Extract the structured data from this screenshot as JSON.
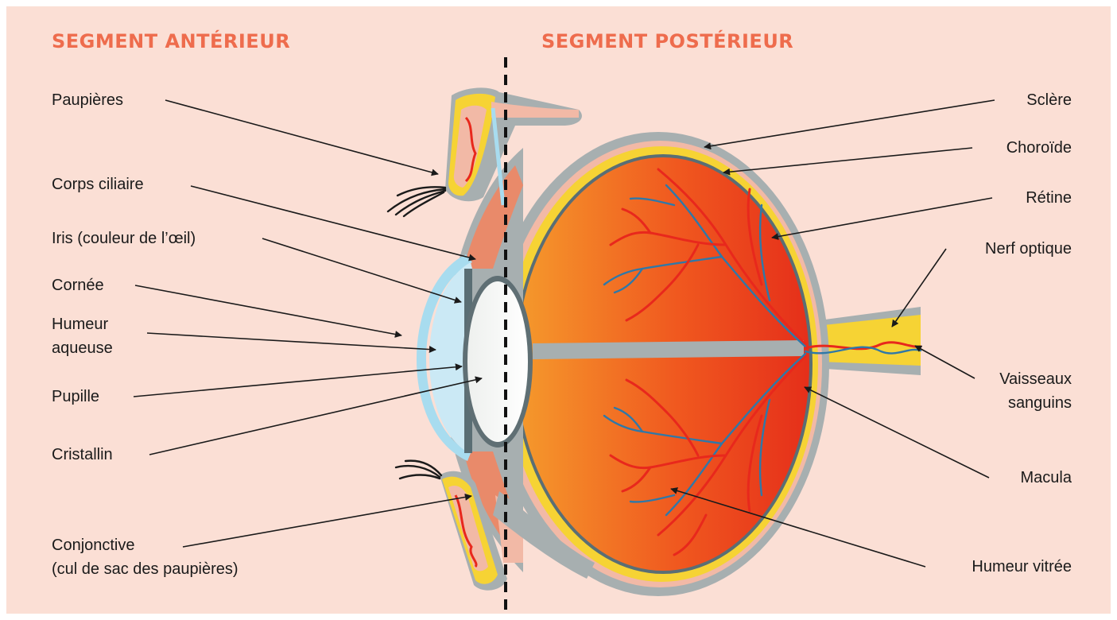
{
  "headings": {
    "anterior": "SEGMENT ANTÉRIEUR",
    "posterior": "SEGMENT POSTÉRIEUR"
  },
  "labels": {
    "paupieres": "Paupières",
    "corps_ciliaire": "Corps ciliaire",
    "iris": "Iris (couleur de l’œil)",
    "cornee": "Cornée",
    "humeur_aqueuse_1": "Humeur",
    "humeur_aqueuse_2": "aqueuse",
    "pupille": "Pupille",
    "cristallin": "Cristallin",
    "conjonctive_1": "Conjonctive",
    "conjonctive_2": "(cul de sac des paupières)",
    "sclere": "Sclère",
    "choroide": "Choroïde",
    "retine": "Rétine",
    "nerf_optique": "Nerf optique",
    "vaisseaux_1": "Vaisseaux",
    "vaisseaux_2": "sanguins",
    "macula": "Macula",
    "humeur_vitree": "Humeur vitrée"
  },
  "colors": {
    "background": "#fbdfd5",
    "heading": "#ee6c4d",
    "sclera": "#a7afb0",
    "choroid": "#f6d334",
    "vitreous": "#ee3b1e",
    "cornea": "#a8dcef",
    "vessel_red": "#e8281c",
    "vessel_blue": "#2f78a8"
  }
}
